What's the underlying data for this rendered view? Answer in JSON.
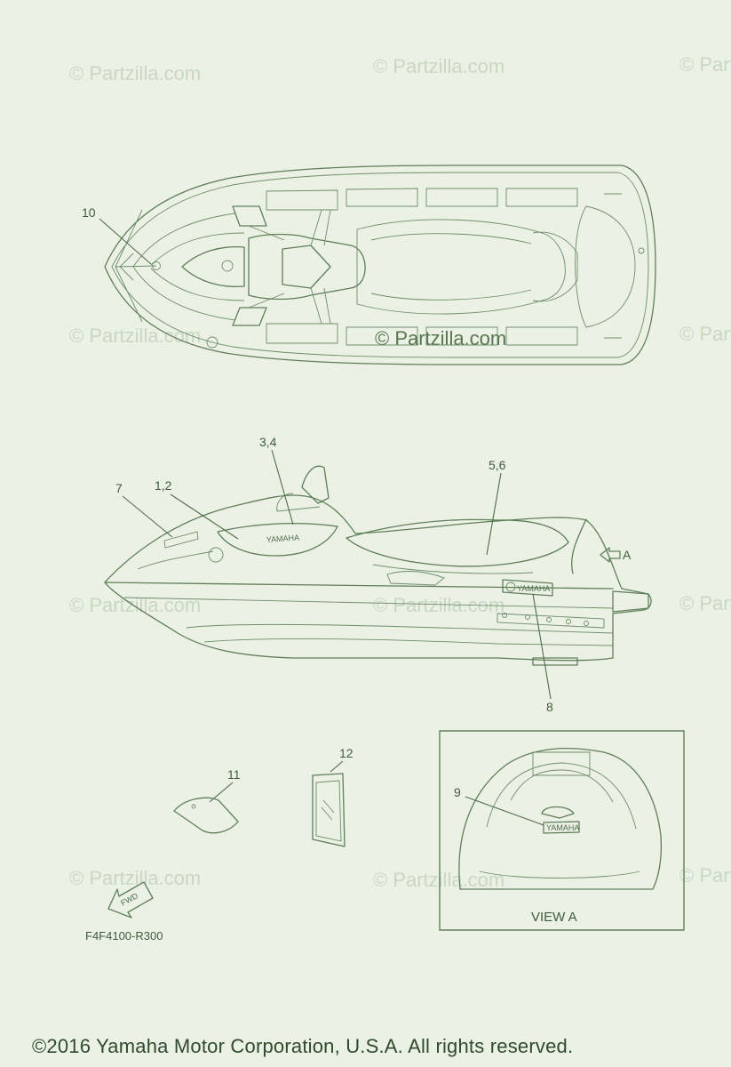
{
  "watermark": "© Partzilla.com",
  "callouts": {
    "c10": "10",
    "c34": "3,4",
    "c56": "5,6",
    "c7": "7",
    "c12a": "1,2",
    "c8": "8",
    "c11": "11",
    "c12": "12",
    "c9": "9",
    "arrow_a": "A"
  },
  "decal_text": {
    "brand": "YAMAHA",
    "fwd": "FWD"
  },
  "view_label": "VIEW A",
  "part_code": "F4F4100-R300",
  "copyright": "©2016  Yamaha Motor Corporation, U.S.A. All rights reserved.",
  "colors": {
    "background": "#ebf1e4",
    "line": "#5f7f5a",
    "text": "#3f5c3c"
  }
}
